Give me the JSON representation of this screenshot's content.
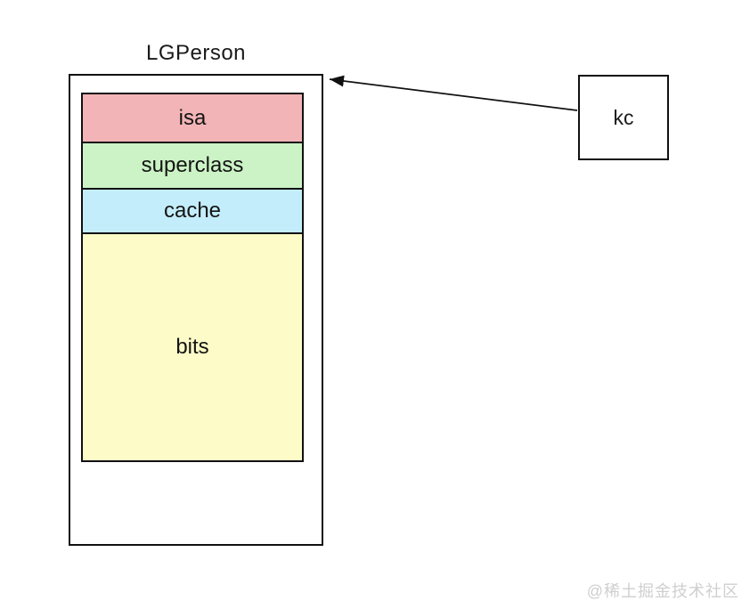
{
  "diagram": {
    "title": "LGPerson",
    "class_box": {
      "slots": [
        {
          "label": "isa",
          "color": "#F2B4B6"
        },
        {
          "label": "superclass",
          "color": "#CBF3C5"
        },
        {
          "label": "cache",
          "color": "#C4EDFB"
        },
        {
          "label": "bits",
          "color": "#FDFCC8"
        }
      ],
      "border_color": "#111111"
    },
    "pointer_box": {
      "label": "kc",
      "border_color": "#111111"
    },
    "arrow": {
      "color": "#111111",
      "direction": "kc-to-LGPerson"
    }
  },
  "watermark": {
    "text": "@稀土掘金技术社区",
    "color": "#CFCFCF"
  }
}
